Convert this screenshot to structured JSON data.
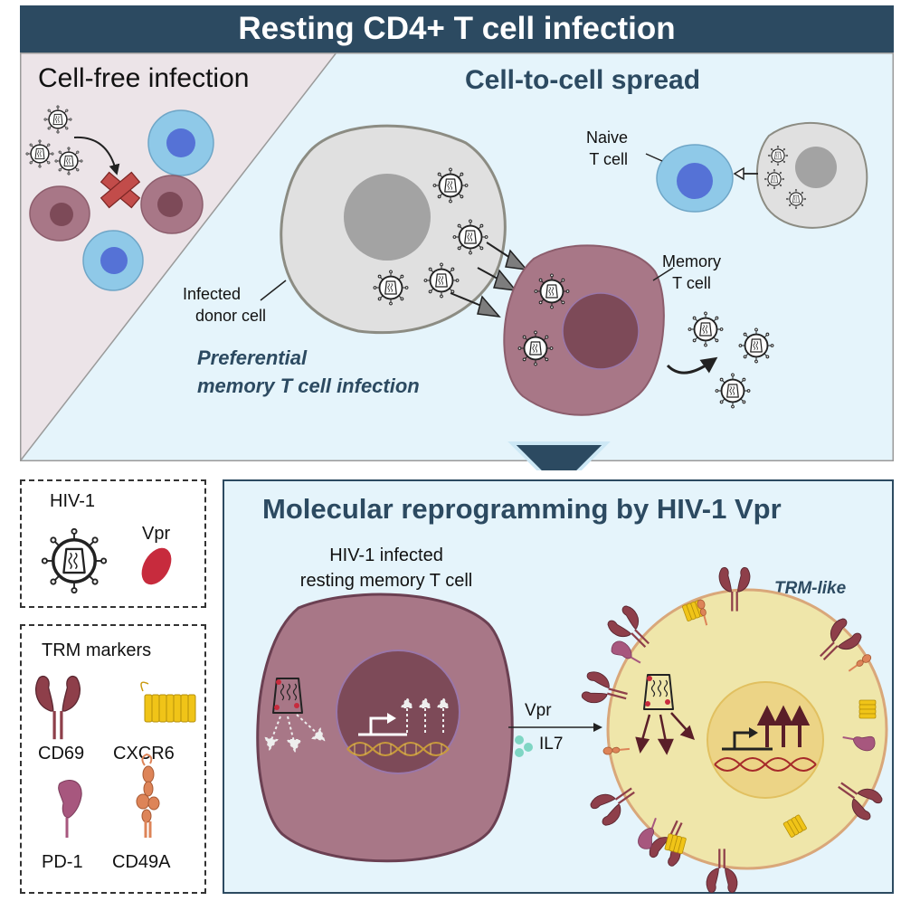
{
  "title": "Resting CD4+ T cell infection",
  "top_panel": {
    "cell_free_title": "Cell-free infection",
    "cell_to_cell_title": "Cell-to-cell spread",
    "naive_label": [
      "Naive",
      "T cell"
    ],
    "memory_label": [
      "Memory",
      "T cell"
    ],
    "donor_label": [
      "Infected",
      "donor cell"
    ],
    "preferential_label": [
      "Preferential",
      "memory T cell infection"
    ]
  },
  "bottom_panel": {
    "title": "Molecular reprogramming by HIV-1 Vpr",
    "infected_cell_label": [
      "HIV-1 infected",
      "resting memory T cell"
    ],
    "vpr_label": "Vpr",
    "il7_label": "IL7",
    "trm_label": "TRM-like"
  },
  "legend": {
    "hiv_label": "HIV-1",
    "vpr_label": "Vpr",
    "trm_title": "TRM markers",
    "markers": [
      "CD69",
      "CXCR6",
      "PD-1",
      "CD49A"
    ]
  },
  "colors": {
    "header_bg": "#2c4a61",
    "title_text": "#2c4a61",
    "light_blue_bg": "#e5f4fb",
    "pink_bg": "#ece4e8",
    "memory_cell": "#a87787",
    "memory_nucleus": "#7d4a58",
    "naive_cell": "#8fc9e8",
    "naive_nucleus": "#5572d6",
    "donor_cell": "#e0e0e0",
    "donor_nucleus": "#a3a3a3",
    "trm_cell": "#efe6aa",
    "vpr": "#c72b3d",
    "cd69": "#8e3f4a",
    "cxcr6": "#f0c418",
    "pd1": "#a7577e",
    "cd49a": "#dd8458"
  }
}
